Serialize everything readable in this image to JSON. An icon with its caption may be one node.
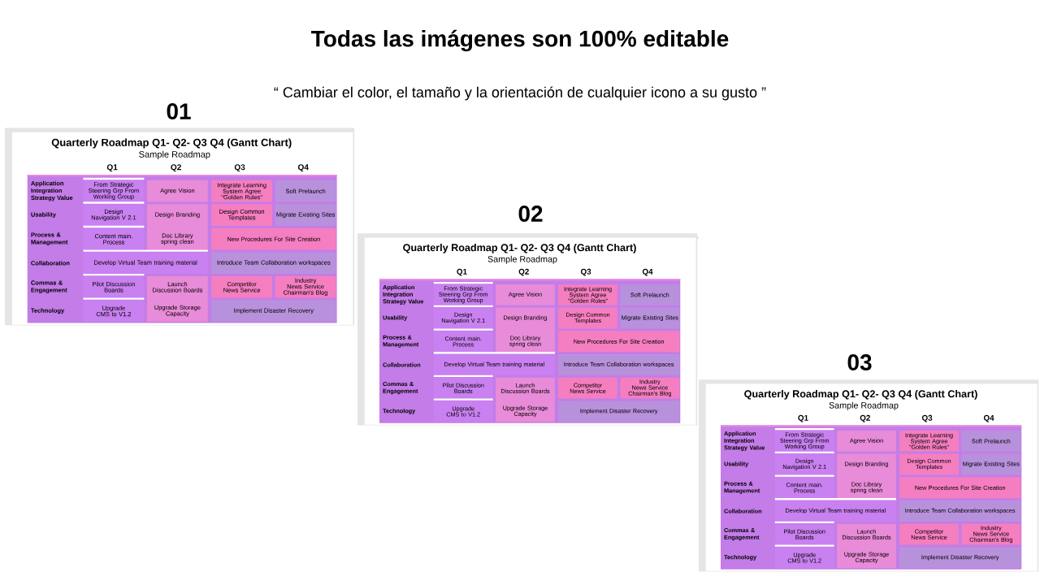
{
  "diagram": {
    "title": "Todas las imágenes son 100% editable",
    "labels": [
      "“ Cambiar el color, el tamaño y la orientación de cualquier icono a su gusto ”"
    ],
    "nodes": [
      {
        "text": [
          "Quarterly Roadmap Q1- Q2- Q3 Q4 (Gantt Chart)",
          "Sample Roadmap",
          "Q1",
          "Q2",
          "Q3",
          "Q4"
        ],
        "beside": [
          "01"
        ]
      },
      {
        "text": [
          "Application Integration Strategy Value",
          "Usability",
          "Process & Management",
          "Collaboration",
          "Commas & Engagement",
          "Technology"
        ],
        "in": 0
      },
      {
        "text": [
          "From Strategic Steering Grp From Working Group"
        ],
        "in": 1
      },
      {
        "text": [
          "Agree Vision"
        ],
        "in": 1
      },
      {
        "text": [
          "Integrate Learning System Agree \"Golden Rules\""
        ],
        "in": 1
      },
      {
        "text": [
          "Soft Prelaunch"
        ],
        "in": 1
      },
      {
        "text": [
          "Design Navigation V 2.1"
        ],
        "in": 1
      },
      {
        "text": [
          "Design Branding",
          "Doc Library spring clean"
        ],
        "in": 1
      },
      {
        "text": [
          "Design Common Templates"
        ],
        "in": 1
      },
      {
        "text": [
          "Migrate Existing Sites"
        ],
        "in": 1
      },
      {
        "text": [
          "Content main. Process"
        ],
        "in": 1
      },
      {
        "text": [
          "New Procedures For Site Creation"
        ],
        "in": 1
      },
      {
        "text": [
          "Develop Virtual Team training material"
        ],
        "in": 1
      },
      {
        "text": [
          "Introduce Team Collaboration workspaces"
        ],
        "in": 1
      },
      {
        "text": [
          "Pilot Discussion Boards"
        ],
        "in": 1
      },
      {
        "text": [
          "Launch Discussion Boards",
          "Upgrade Storage Capacity"
        ],
        "in": 1
      },
      {
        "text": [
          "Competitor News Service"
        ],
        "in": 1
      },
      {
        "text": [
          "Industry News Service Chairman's Blog"
        ],
        "in": 1
      },
      {
        "text": [
          "Upgrade CMS to V1.2"
        ],
        "in": 1
      },
      {
        "text": [
          "Implement Disaster Recovery"
        ],
        "in": 1
      },
      {
        "text": [
          "Quarterly Roadmap Q1- Q2- Q3 Q4 (Gantt Chart)",
          "Sample Roadmap",
          "Q1",
          "Q2",
          "Q3",
          "Q4"
        ],
        "beside": [
          "02"
        ]
      },
      {
        "text": [
          "Application Integration Strategy Value",
          "Usability",
          "Process & Management",
          "Collaboration",
          "Commas & Engagement",
          "Technology"
        ],
        "in": 20
      },
      {
        "text": [
          "From Strategic Steering Grp From Working Group"
        ],
        "in": 21
      },
      {
        "text": [
          "Agree Vision"
        ],
        "in": 21
      },
      {
        "text": [
          "Integrate Learning System Agree \"Golden Rules\""
        ],
        "in": 21
      },
      {
        "text": [
          "Soft Prelaunch"
        ],
        "in": 21
      },
      {
        "text": [
          "Design Navigation V 2.1"
        ],
        "in": 21
      },
      {
        "text": [
          "Design Branding",
          "Doc Library spring clean"
        ],
        "in": 21
      },
      {
        "text": [
          "Design Common Templates"
        ],
        "in": 21
      },
      {
        "text": [
          "Migrate Existing Sites"
        ],
        "in": 21
      },
      {
        "text": [
          "Content main. Process"
        ],
        "in": 21
      },
      {
        "text": [
          "New Procedures For Site Creation"
        ],
        "in": 21
      },
      {
        "text": [
          "Develop Virtual Team training material"
        ],
        "in": 21
      },
      {
        "text": [
          "Introduce Team Collaboration workspaces"
        ],
        "in": 21
      },
      {
        "text": [
          "Pilot Discussion Boards"
        ],
        "in": 21
      },
      {
        "text": [
          "Launch Discussion Boards",
          "Upgrade Storage Capacity"
        ],
        "in": 21
      },
      {
        "text": [
          "Competitor News Service"
        ],
        "in": 21
      },
      {
        "text": [
          "Industry News Service Chairman's Blog"
        ],
        "in": 21
      },
      {
        "text": [
          "Upgrade CMS to V1.2"
        ],
        "in": 21
      },
      {
        "text": [
          "Implement Disaster Recovery"
        ],
        "in": 21
      },
      {
        "text": [
          "Quarterly Roadmap Q1- Q2- Q3 Q4 (Gantt Chart)",
          "Sample Roadmap",
          "Q1",
          "Q2",
          "Q3",
          "Q4"
        ],
        "beside": [
          "03"
        ]
      },
      {
        "text": [
          "Application Integration Strategy Value",
          "Usability",
          "Process & Management",
          "Collaboration",
          "Commas & Engagement",
          "Technology"
        ],
        "in": 40
      },
      {
        "text": [
          "From Strategic Steering Grp From Working Group"
        ],
        "in": 41
      },
      {
        "text": [
          "Agree Vision"
        ],
        "in": 41
      },
      {
        "text": [
          "Integrate Learning System Agree \"Golden Rules\""
        ],
        "in": 41
      },
      {
        "text": [
          "Soft Prelaunch"
        ],
        "in": 41
      },
      {
        "text": [
          "Design Navigation V 2.1"
        ],
        "in": 41
      },
      {
        "text": [
          "Design Branding",
          "Doc Library spring clean"
        ],
        "in": 41
      },
      {
        "text": [
          "Design Common Templates"
        ],
        "in": 41
      },
      {
        "text": [
          "Migrate Existing Sites"
        ],
        "in": 41
      },
      {
        "text": [
          "Content main. Process"
        ],
        "in": 41
      },
      {
        "text": [
          "New Procedures For Site Creation"
        ],
        "in": 41
      },
      {
        "text": [
          "Develop Virtual Team training material"
        ],
        "in": 41
      },
      {
        "text": [
          "Introduce Team Collaboration workspaces"
        ],
        "in": 41
      },
      {
        "text": [
          "Pilot Discussion Boards"
        ],
        "in": 41
      },
      {
        "text": [
          "Launch Discussion Boards",
          "Upgrade Storage Capacity"
        ],
        "in": 41
      },
      {
        "text": [
          "Competitor News Service"
        ],
        "in": 41
      },
      {
        "text": [
          "Industry News Service Chairman's Blog"
        ],
        "in": 41
      },
      {
        "text": [
          "Upgrade CMS to V1.2"
        ],
        "in": 41
      },
      {
        "text": [
          "Implement Disaster Recovery"
        ],
        "in": 41
      }
    ]
  }
}
